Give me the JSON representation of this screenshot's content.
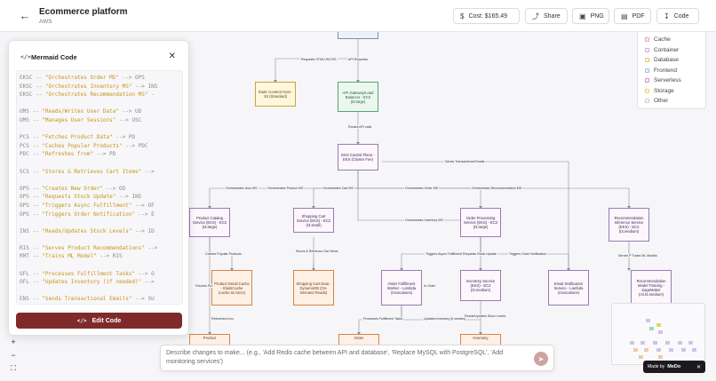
{
  "header": {
    "title": "Ecommerce platform",
    "subtitle": "AWS",
    "cost_label": "Cost: $165.49",
    "share_label": "Share",
    "png_label": "PNG",
    "pdf_label": "PDF",
    "code_label": "Code"
  },
  "legend": {
    "items": [
      {
        "label": "Cache",
        "color": "#e9a6c5"
      },
      {
        "label": "Container",
        "color": "#c9b6e4"
      },
      {
        "label": "Database",
        "color": "#e7c865"
      },
      {
        "label": "Frontend",
        "color": "#9fc1e6"
      },
      {
        "label": "Serverless",
        "color": "#e48fc0"
      },
      {
        "label": "Storage",
        "color": "#e7d36b"
      },
      {
        "label": "Other",
        "color": "#cfcfd6"
      }
    ]
  },
  "code_panel": {
    "title": "Mermaid Code",
    "edit_button": "Edit Code",
    "lines": [
      {
        "pre": "EKSC -- ",
        "str": "\"Orchestrates Order MS\"",
        "post": " --> OPS"
      },
      {
        "pre": "EKSC -- ",
        "str": "\"Orchestrates Inventory MS\"",
        "post": " --> INS"
      },
      {
        "pre": "EKSC -- ",
        "str": "\"Orchestrates Recommendation MS\"",
        "post": " -"
      },
      {
        "pre": "",
        "str": "",
        "post": ""
      },
      {
        "pre": "UMS -- ",
        "str": "\"Reads/Writes User Data\"",
        "post": " --> UD"
      },
      {
        "pre": "UMS -- ",
        "str": "\"Manages User Sessions\"",
        "post": " --> USC"
      },
      {
        "pre": "",
        "str": "",
        "post": ""
      },
      {
        "pre": "PCS -- ",
        "str": "\"Fetches Product Data\"",
        "post": " --> PD"
      },
      {
        "pre": "PCS -- ",
        "str": "\"Caches Popular Products\"",
        "post": " --> PDC"
      },
      {
        "pre": "PDC -- ",
        "str": "\"Refreshes from\"",
        "post": " --> PD"
      },
      {
        "pre": "",
        "str": "",
        "post": ""
      },
      {
        "pre": "SCS -- ",
        "str": "\"Stores & Retrieves Cart Items\"",
        "post": " -->"
      },
      {
        "pre": "",
        "str": "",
        "post": ""
      },
      {
        "pre": "OPS -- ",
        "str": "\"Creates New Order\"",
        "post": " --> OD"
      },
      {
        "pre": "OPS -- ",
        "str": "\"Requests Stock Update\"",
        "post": " --> INS"
      },
      {
        "pre": "OPS -- ",
        "str": "\"Triggers Async Fulfillment\"",
        "post": " --> OF"
      },
      {
        "pre": "OPS -- ",
        "str": "\"Triggers Order Notification\"",
        "post": " --> E"
      },
      {
        "pre": "",
        "str": "",
        "post": ""
      },
      {
        "pre": "INS -- ",
        "str": "\"Reads/Updates Stock Levels\"",
        "post": " --> ID"
      },
      {
        "pre": "",
        "str": "",
        "post": ""
      },
      {
        "pre": "RIS -- ",
        "str": "\"Serves Product Recommendations\"",
        "post": " -->"
      },
      {
        "pre": "RMT -- ",
        "str": "\"Trains ML Model\"",
        "post": " --> RIS"
      },
      {
        "pre": "",
        "str": "",
        "post": ""
      },
      {
        "pre": "OFL -- ",
        "str": "\"Processes Fulfillment Tasks\"",
        "post": " --> O"
      },
      {
        "pre": "OFL -- ",
        "str": "\"Updates Inventory (if needed)\"",
        "post": " -->"
      },
      {
        "pre": "",
        "str": "",
        "post": ""
      },
      {
        "pre": "ENS -- ",
        "str": "\"Sends Transactional Emails\"",
        "post": " --> SU"
      }
    ]
  },
  "prompt": {
    "placeholder": "Describe changes to make... (e.g., 'Add Redis cache between API and database', 'Replace MySQL with PostgreSQL', 'Add monitoring services')"
  },
  "diagram": {
    "nodes": {
      "cdn": "...",
      "static": "Static Content Host - S3 (Standard)",
      "api": "API Gateway/Load Balancer - EC2 (t3.large)",
      "eks": "EKS Control Plane - EKS (Cluster Fee)",
      "pcs": "Product Catalog Service (EKS) - EC2 (t3.large)",
      "scs": "Shopping Cart Service (EKS) - EC2 (t3.small)",
      "ops": "Order Processing Service (EKS) - EC2 (t3.large)",
      "ris": "Recommendation Inference Service (EKS) - EC2 (t3.medium)",
      "pdc": "Product Detail Cache - ElastiCache (cache.t3.micro)",
      "scd": "Shopping Cart Data - DynamoDB (On-Demand Reads)",
      "ofw": "Order Fulfillment Worker - Lambda (Invocations)",
      "ins": "Inventory Service (EKS) - EC2 (t3.medium)",
      "ens": "Email Notification Service - Lambda (Invocations)",
      "rmt": "Recommendation Model Training - SageMaker (ml.t3.medium)",
      "pd": "Product",
      "od": "Order",
      "id": "Inventory"
    },
    "labels": {
      "req": "Requests HTML/JS/CSS",
      "apireq": "API Requests",
      "routes": "Routes API calls",
      "sends": "Sends Transactional Emails",
      "o_user": "Orchestrates User MS",
      "o_product": "Orchestrates Product MS",
      "o_cart": "Orchestrates Cart MS",
      "o_order": "Orchestrates Order MS",
      "o_rec": "Orchestrates Recommendation MS",
      "o_inv": "Orchestrates Inventory MS",
      "caches": "Caches Popular Products",
      "fetches": "Fetches Pro",
      "stores": "Stores & Retrieves Cart Items",
      "triggers_f": "Triggers Async Fulfillment",
      "requests_s": "Requests Stock Update",
      "triggers_n": "Triggers Order Notification",
      "serves": "Serves P Trains ML Models",
      "refreshes": "Refreshes from",
      "process": "Processes Fulfillment Tasks",
      "updates_inv": "Updates Inventory (if needed)",
      "reads_stock": "Reads/Updates Stock Levels",
      "to": "to Order"
    }
  },
  "badge": {
    "prefix": "Made by",
    "brand": "MeDo"
  }
}
